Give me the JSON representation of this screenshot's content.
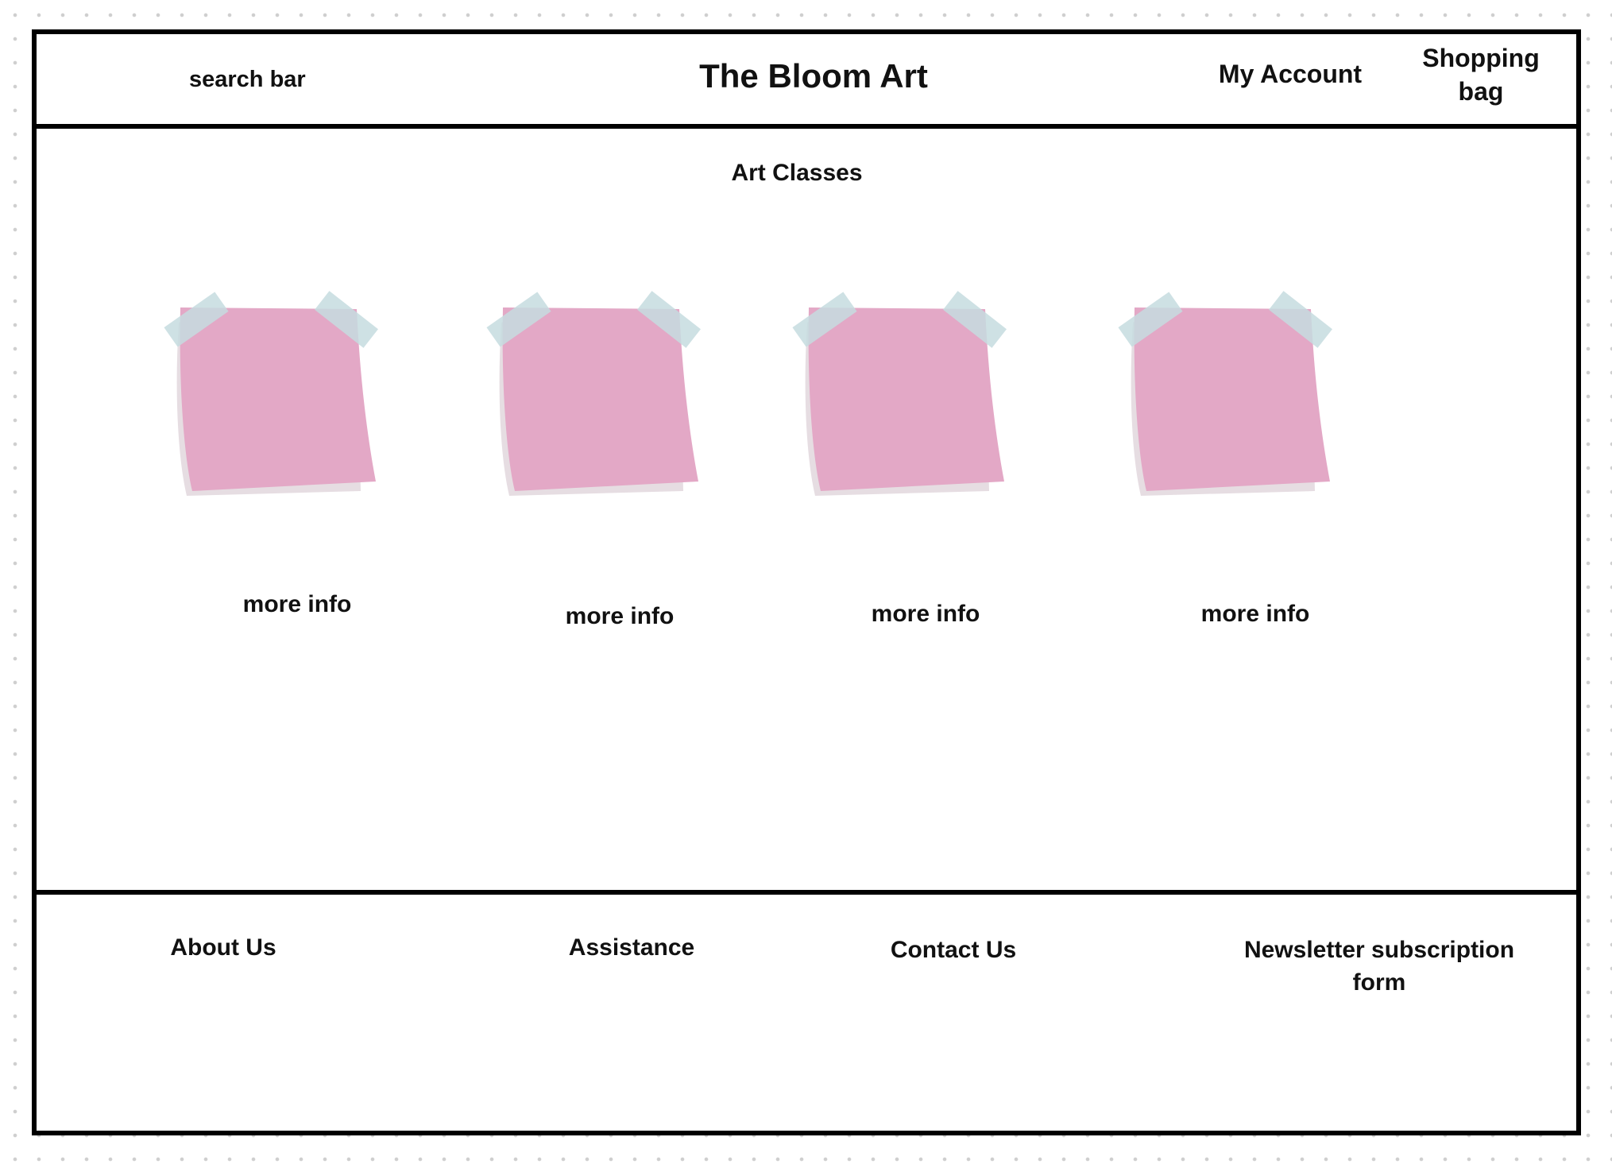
{
  "header": {
    "search_label": "search bar",
    "site_title": "The Bloom Art",
    "account_label": "My Account",
    "bag_label_line1": "Shopping",
    "bag_label_line2": "bag"
  },
  "main": {
    "section_title": "Art Classes",
    "cards": [
      {
        "link_label": "more info"
      },
      {
        "link_label": "more info"
      },
      {
        "link_label": "more info"
      },
      {
        "link_label": "more info"
      }
    ]
  },
  "footer": {
    "about_label": "About Us",
    "assistance_label": "Assistance",
    "contact_label": "Contact Us",
    "newsletter_line1": "Newsletter subscription",
    "newsletter_line2": "form"
  },
  "colors": {
    "note_pink": "#e3a8c6",
    "note_shadow": "#e6dde2",
    "tape": "#c5dcdf",
    "border": "#000000"
  }
}
